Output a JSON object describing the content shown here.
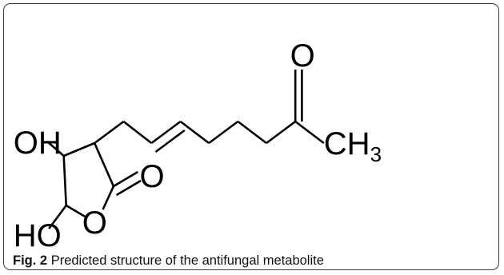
{
  "figure": {
    "caption_label": "Fig. 2",
    "caption_text": "Predicted structure of the antifungal metabolite"
  },
  "structure": {
    "atoms": {
      "ketone_oxygen": "O",
      "methyl_group": "CH",
      "methyl_subscript": "3",
      "hydroxyl_top": "OH",
      "hydroxyl_bottom": "HO",
      "lactone_carbonyl_oxygen": "O",
      "ring_oxygen": "O"
    }
  }
}
